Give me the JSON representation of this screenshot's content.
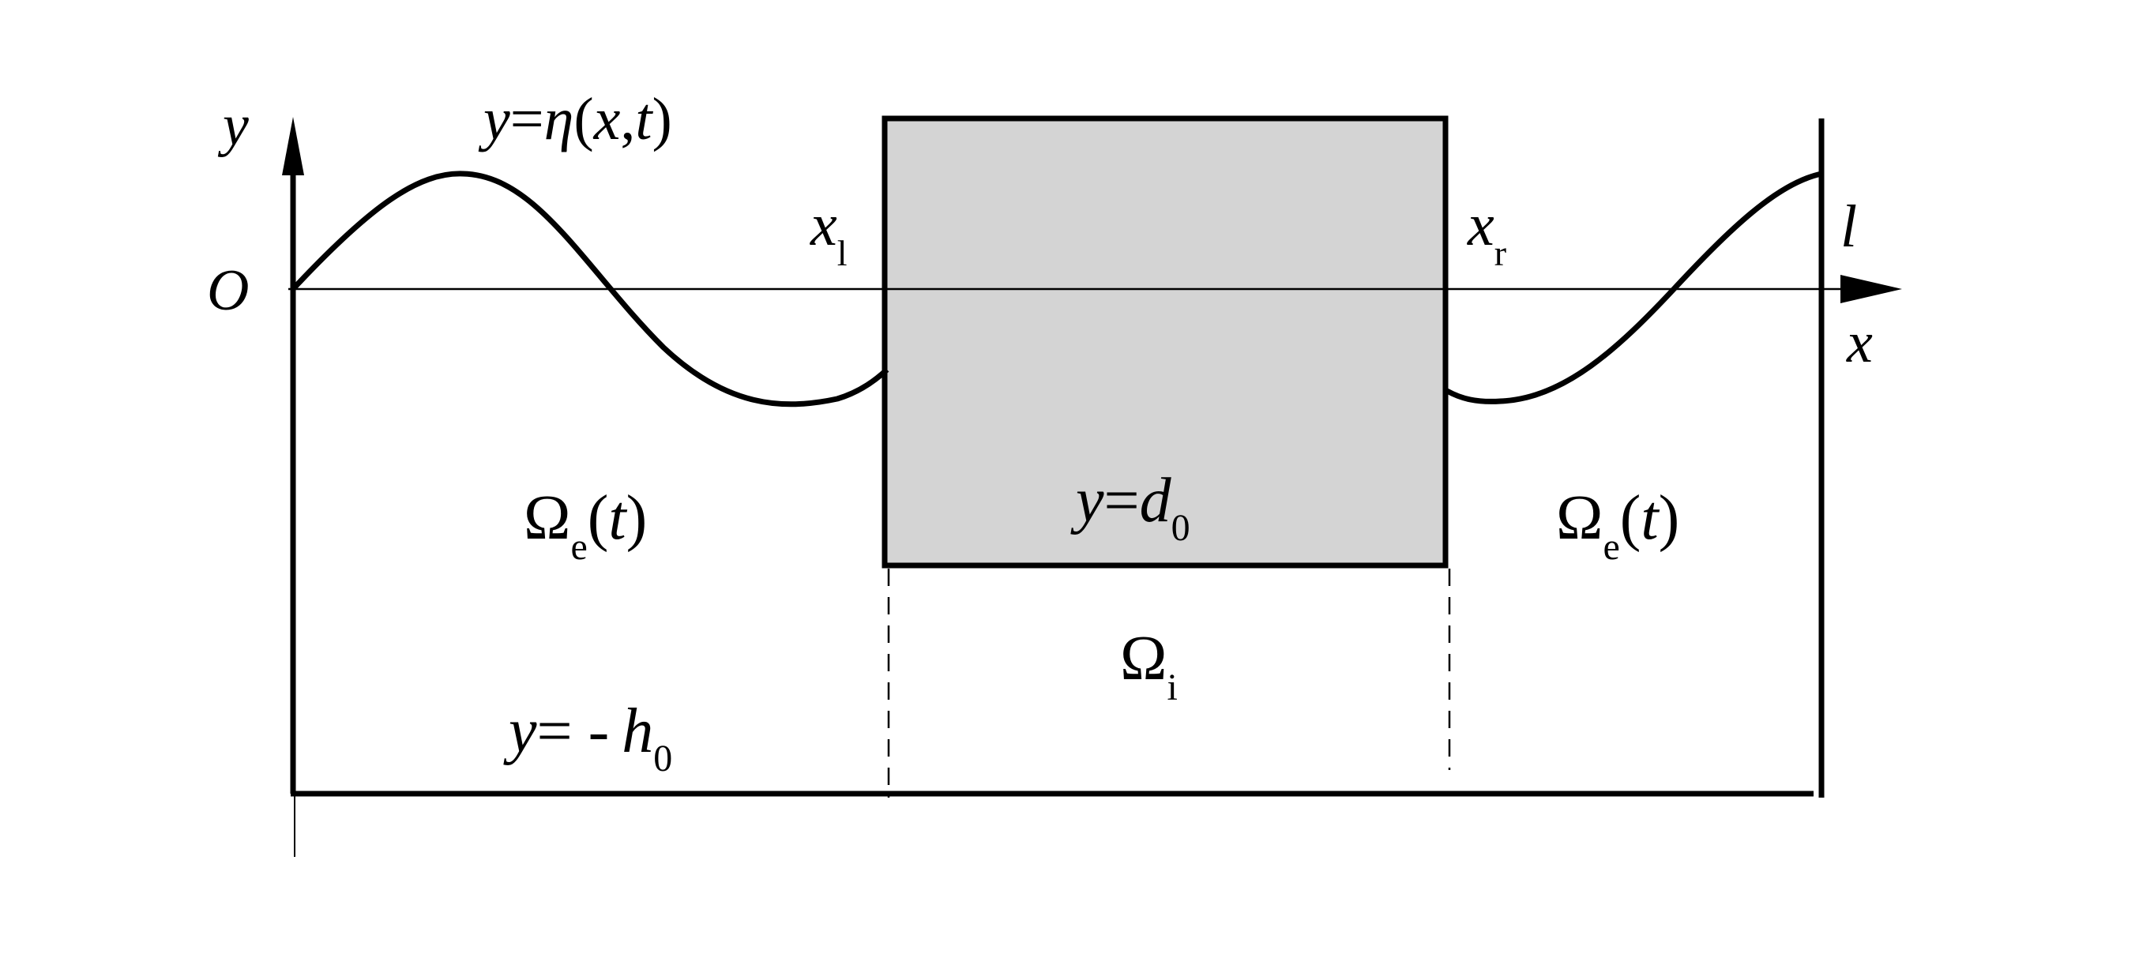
{
  "labels": {
    "y_axis": "y",
    "x_axis": "x",
    "origin": "O",
    "free_surface": {
      "lhs": "y",
      "eq": "=",
      "eta": "η",
      "args": "(x,t)",
      "lparen": "(",
      "x": "x",
      "comma": ",",
      "t": "t",
      "rparen": ")"
    },
    "x_left": {
      "base": "x",
      "sub": "l"
    },
    "x_right": {
      "base": "x",
      "sub": "r"
    },
    "length": "l",
    "omega_left": {
      "base": "Ω",
      "sub": "e",
      "lparen": "(",
      "t": "t",
      "rparen": ")"
    },
    "omega_right": {
      "base": "Ω",
      "sub": "e",
      "lparen": "(",
      "t": "t",
      "rparen": ")"
    },
    "omega_inner": {
      "base": "Ω",
      "sub": "i"
    },
    "body_bottom": {
      "lhs": "y",
      "eq": "=",
      "var": "d",
      "sub": "0"
    },
    "tank_bottom": {
      "lhs": "y",
      "eq": "= -",
      "var": "h",
      "sub": "0"
    }
  },
  "colors": {
    "body_fill": "#d4d4d4",
    "stroke": "#000000",
    "background": "#ffffff"
  }
}
